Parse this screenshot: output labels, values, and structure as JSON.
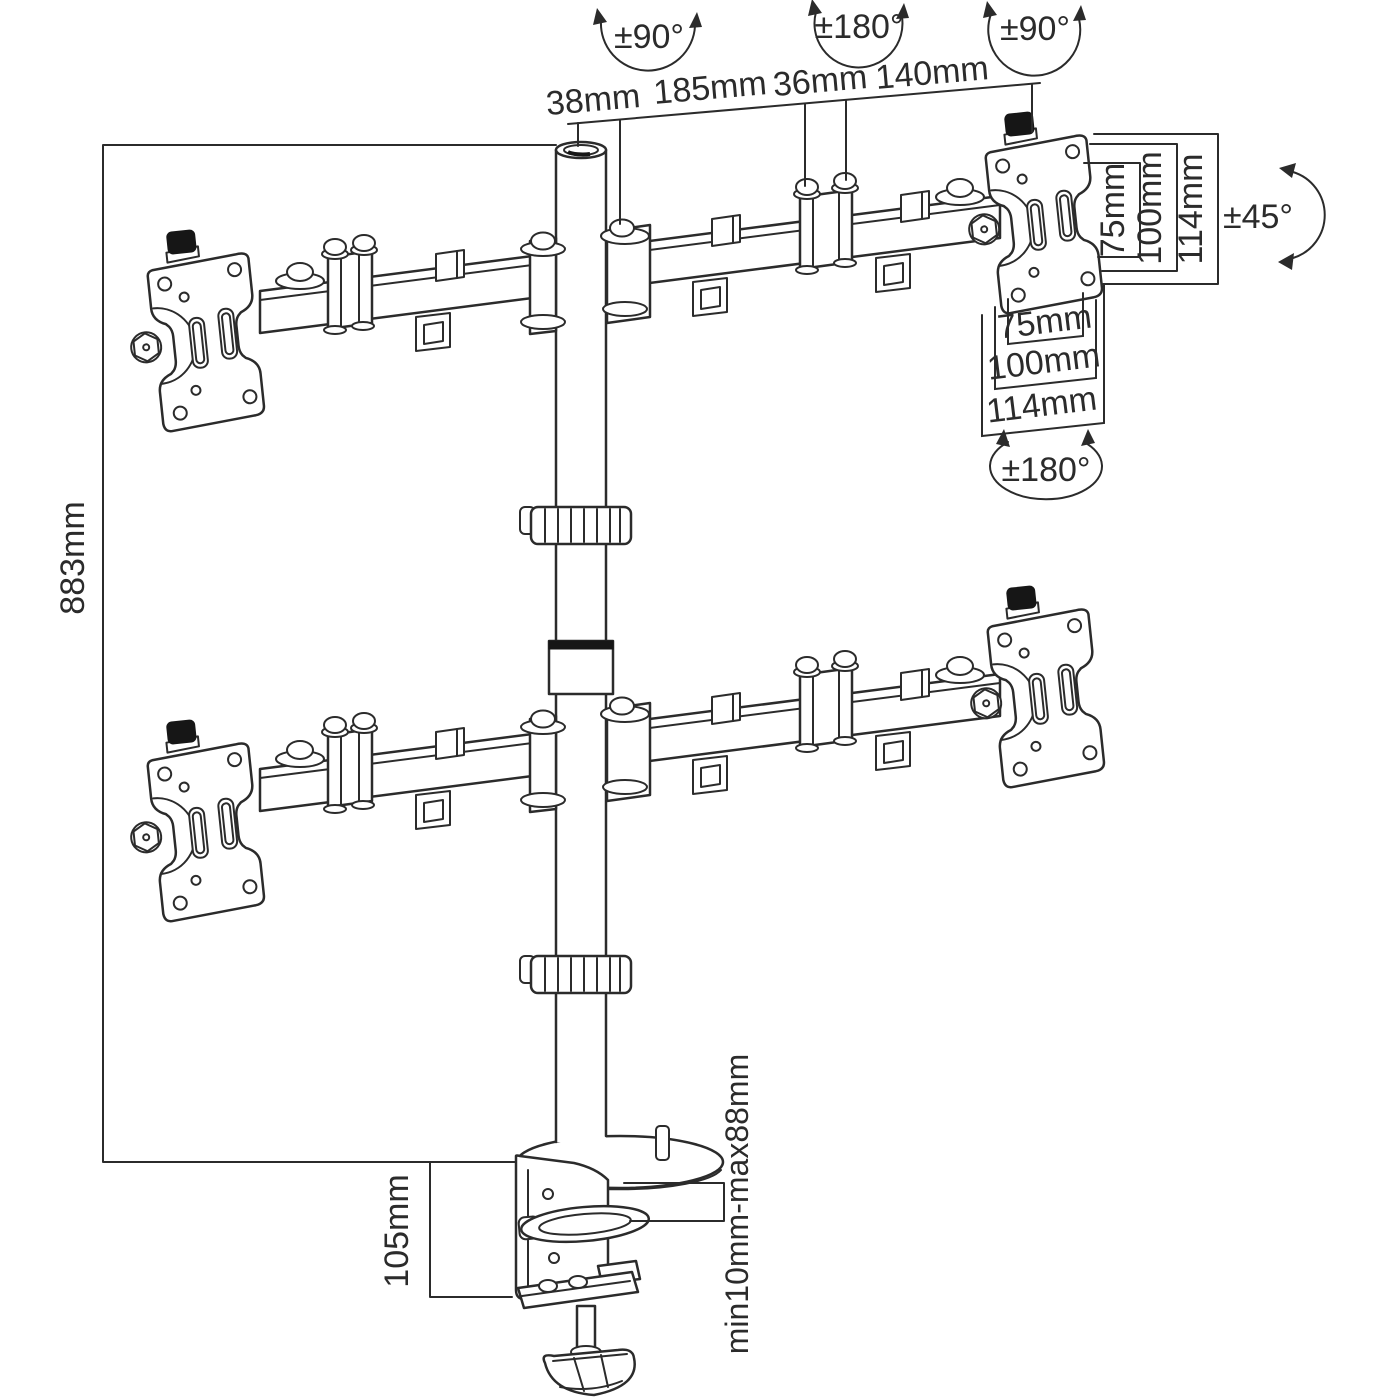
{
  "figure": {
    "kind": "technical dimensional line drawing",
    "subject": "Quad monitor desk mount arm (4 VESA plates, pole, desk clamp)",
    "background": "#ffffff",
    "line_color": "#2b2b2b"
  },
  "labels": {
    "swivel_left": "±90°",
    "swivel_center": "±180°",
    "swivel_right": "±90°",
    "tilt": "±45°",
    "vesa_rotate": "±180°",
    "pole_height": "883mm",
    "clamp_height": "105mm",
    "desk_thickness": "min10mm-max88mm"
  },
  "top_dims": {
    "d1": "38mm",
    "d2": "185mm",
    "d3": "36mm",
    "d4": "140mm"
  },
  "vesa_v": {
    "v75": "75mm",
    "v100": "100mm",
    "v114": "114mm"
  },
  "vesa_h": {
    "h75": "75mm",
    "h100": "100mm",
    "h114": "114mm"
  }
}
